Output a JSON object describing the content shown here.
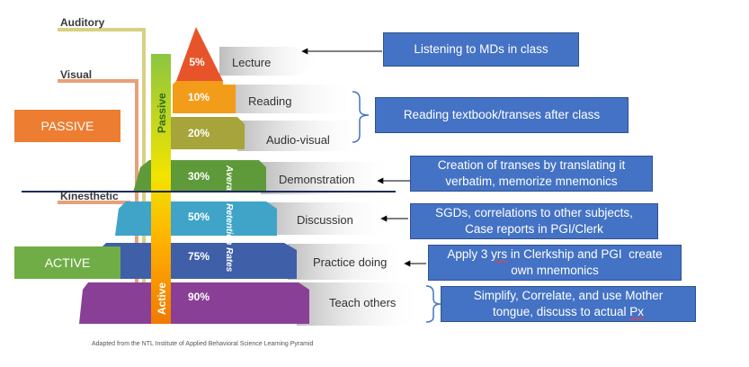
{
  "side_labels": {
    "auditory": "Auditory",
    "visual": "Visual",
    "kinesthetic": "Kinesthetic"
  },
  "tags": {
    "passive": {
      "label": "PASSIVE",
      "color": "#ed7d31"
    },
    "active": {
      "label": "ACTIVE",
      "color": "#70ad47"
    }
  },
  "bar": {
    "passive": "Passive",
    "active": "Active",
    "vertical_caption": "Average Retention Rates"
  },
  "levels": [
    {
      "pct": "5%",
      "label": "Lecture",
      "color": "#e8542a"
    },
    {
      "pct": "10%",
      "label": "Reading",
      "color": "#f39c1a"
    },
    {
      "pct": "20%",
      "label": "Audio-visual",
      "color": "#a6a43a"
    },
    {
      "pct": "30%",
      "label": "Demonstration",
      "color": "#5f9a3a"
    },
    {
      "pct": "50%",
      "label": "Discussion",
      "color": "#3fa4c8"
    },
    {
      "pct": "75%",
      "label": "Practice doing",
      "color": "#3f5fa8"
    },
    {
      "pct": "90%",
      "label": "Teach others",
      "color": "#8a3f97"
    }
  ],
  "callouts": [
    {
      "line1": "Listening to MDs in class"
    },
    {
      "line1": "Reading textbook/transes after class"
    },
    {
      "line1": "Creation of transes by translating it",
      "line2": "verbatim, memorize mnemonics"
    },
    {
      "line1": "SGDs, correlations to other subjects,",
      "line2": "Case reports in PGI/Clerk"
    },
    {
      "line1_pre": "Apply 3 ",
      "line1_mark": "yrs",
      "line1_post": " in Clerkship and PGI  create",
      "line2": "own mnemonics"
    },
    {
      "line1": "Simplify, Correlate, and use Mother",
      "line2_pre": "tongue, discuss to actual ",
      "line2_mark": "Px"
    }
  ],
  "footer": "Adapted from the NTL Institute of Applied Behavioral Science Learning Pyramid"
}
